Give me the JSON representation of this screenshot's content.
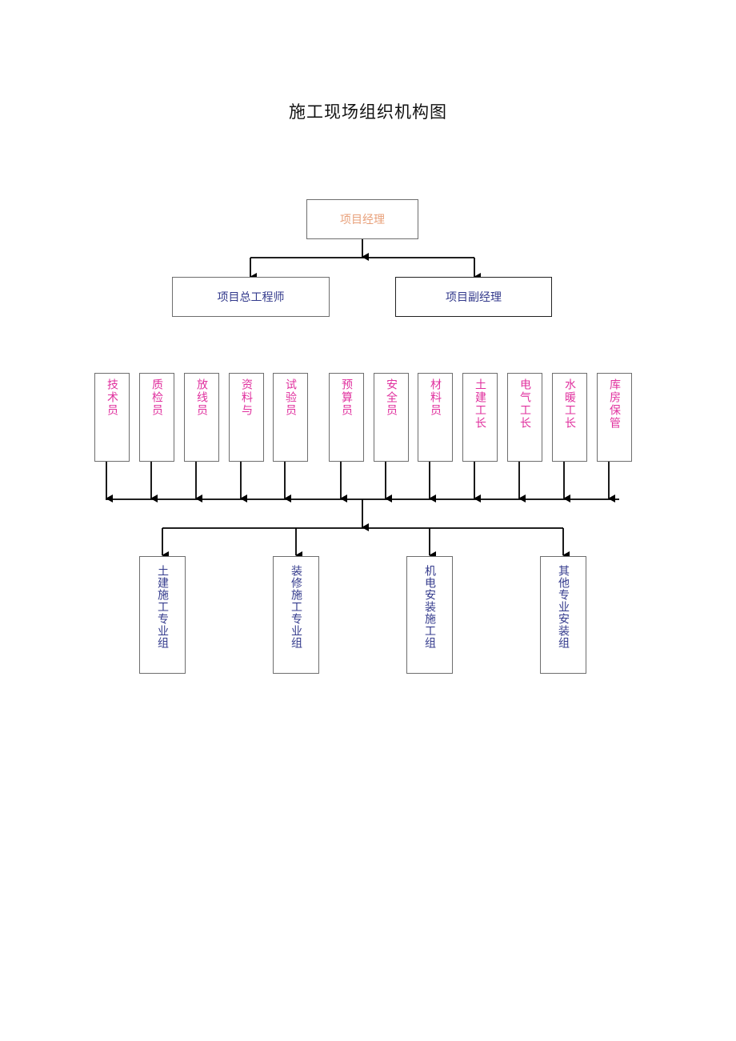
{
  "title": "施工现场组织机构图",
  "manager": {
    "label": "项目经理",
    "color": "#e8a07a"
  },
  "chief_engineer": {
    "label": "项目总工程师",
    "color": "#333a8c"
  },
  "deputy_manager": {
    "label": "项目副经理",
    "color": "#333a8c"
  },
  "roles": [
    "技术员",
    "质检员",
    "放线员",
    "资料与",
    "试验员",
    "预算员",
    "安全员",
    "材料员",
    "土建工长",
    "电气工长",
    "水暖工长",
    "库房保管"
  ],
  "groups": [
    "土建施工专业组",
    "装修施工专业组",
    "机电安装施工组",
    "其他专业安装组"
  ],
  "colors": {
    "role_text": "#e0309e",
    "group_text": "#333a8c",
    "line": "#000000",
    "border": "#6e6e6e"
  }
}
